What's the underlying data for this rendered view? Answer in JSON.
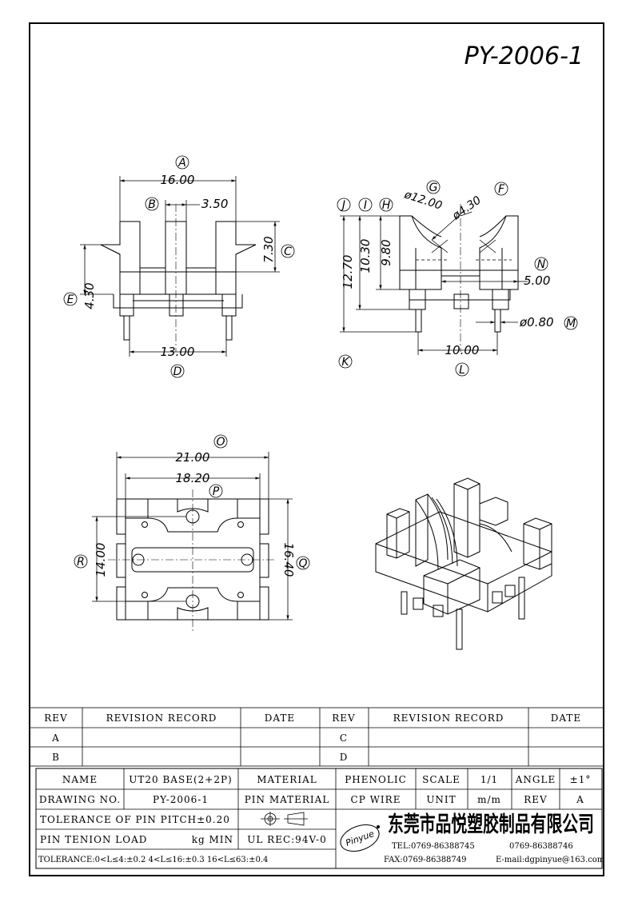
{
  "drawing_number": "PY-2006-1",
  "front_view": {
    "dim_16": "16.00",
    "dim_350": "3.50",
    "dim_730": "7.30",
    "dim_430": "4.30",
    "dim_13": "13.00",
    "lbl_a": "A",
    "lbl_b": "B",
    "lbl_c": "C",
    "lbl_d": "D",
    "lbl_e": "E"
  },
  "side_view": {
    "dim_phi12": "ø12.00",
    "dim_phi430": "ø4.30",
    "dim_1270": "12.70",
    "dim_1030": "10.30",
    "dim_980": "9.80",
    "dim_500": "5.00",
    "dim_phi080": "ø0.80",
    "dim_10": "10.00",
    "lbl_g": "G",
    "lbl_f": "F",
    "lbl_j": "J",
    "lbl_i": "I",
    "lbl_h": "H",
    "lbl_n": "N",
    "lbl_m": "M",
    "lbl_k": "K",
    "lbl_l": "L"
  },
  "bottom_view": {
    "dim_21": "21.00",
    "dim_1820": "18.20",
    "dim_14": "14.00",
    "dim_1640": "16.40",
    "lbl_o": "O",
    "lbl_p": "P",
    "lbl_r": "R",
    "lbl_q": "Q"
  },
  "revision_table": {
    "h_rev": "REV",
    "h_record": "REVISION RECORD",
    "h_date": "DATE",
    "h_rev2": "REV",
    "h_record2": "REVISION RECORD",
    "h_date2": "DATE",
    "r1_left": "A",
    "r1_right": "C",
    "r2_left": "B",
    "r2_right": "D"
  },
  "title_block": {
    "name_label": "NAME",
    "name_value": "UT20 BASE(2+2P)",
    "material_label": "MATERIAL",
    "material_value": "PHENOLIC",
    "scale_label": "SCALE",
    "scale_value": "1/1",
    "angle_label": "ANGLE",
    "angle_value": "±1°",
    "drawing_no_label": "DRAWING NO.",
    "drawing_no_value": "PY-2006-1",
    "pin_material_label": "PIN MATERIAL",
    "pin_material_value": "CP WIRE",
    "unit_label": "UNIT",
    "unit_value": "m/m",
    "rev_label": "REV",
    "rev_value": "A",
    "tolerance_pin": "TOLERANCE OF PIN PITCH±0.20",
    "pin_tenion_label": "PIN TENION LOAD",
    "pin_tenion_value": "kg MIN",
    "ul_rec": "UL REC:94V-0",
    "tolerance_general": "TOLERANCE:0<L≤4:±0.2  4<L≤16:±0.3  16<L≤63:±0.4",
    "logo_text": "Pinyue",
    "company_cn": "东莞市品悦塑胶制品有限公司",
    "tel": "TEL:0769-86388745",
    "tel2": "0769-86388746",
    "fax": "FAX:0769-86388749",
    "email": "E-mail:dgpinyue@163.com"
  }
}
